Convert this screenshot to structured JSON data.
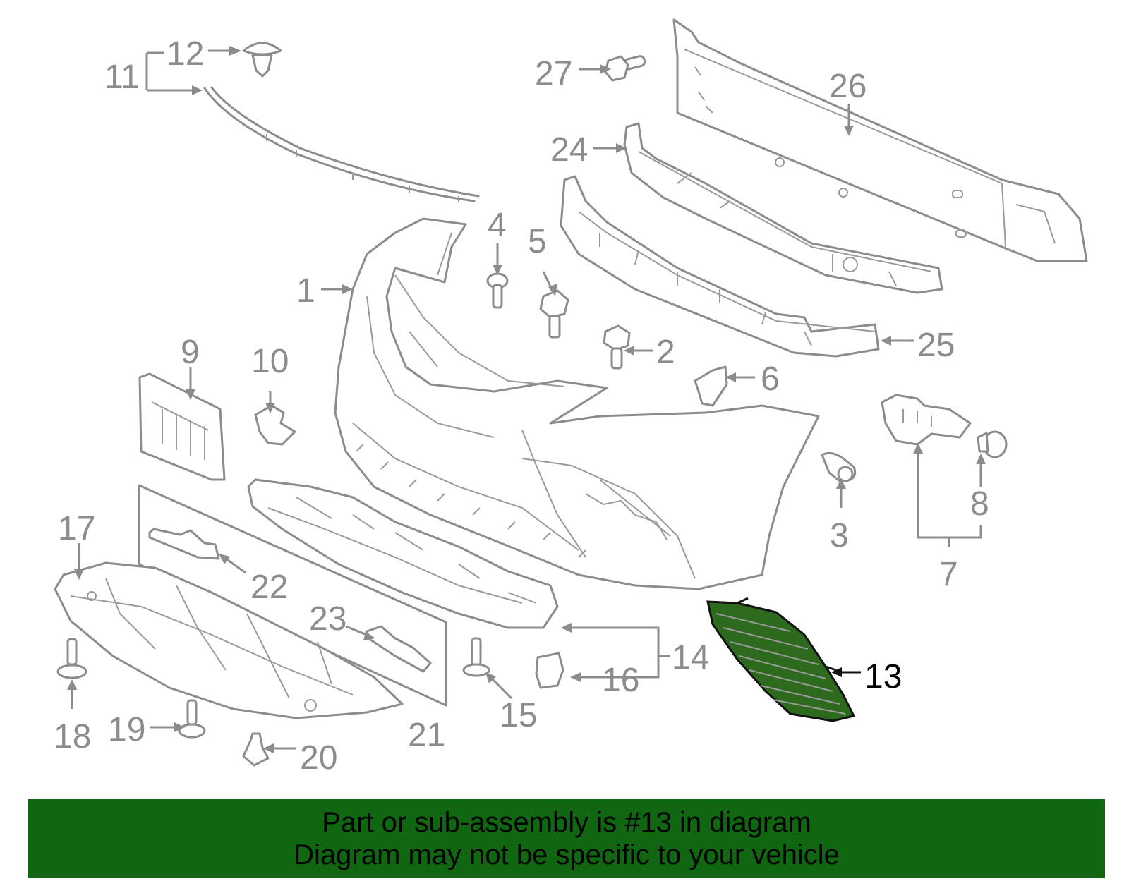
{
  "colors": {
    "part_line": "#8c8c8c",
    "highlight_fill": "#2d6a1e",
    "highlight_line": "#111111",
    "banner": "#116611",
    "label_text": "#8c8c8c",
    "highlight_text": "#000000"
  },
  "labels": [
    {
      "id": "1",
      "text": "1"
    },
    {
      "id": "2",
      "text": "2"
    },
    {
      "id": "3",
      "text": "3"
    },
    {
      "id": "4",
      "text": "4"
    },
    {
      "id": "5",
      "text": "5"
    },
    {
      "id": "6",
      "text": "6"
    },
    {
      "id": "7",
      "text": "7"
    },
    {
      "id": "8",
      "text": "8"
    },
    {
      "id": "9",
      "text": "9"
    },
    {
      "id": "10",
      "text": "10"
    },
    {
      "id": "11",
      "text": "11"
    },
    {
      "id": "12",
      "text": "12"
    },
    {
      "id": "13",
      "text": "13"
    },
    {
      "id": "14",
      "text": "14"
    },
    {
      "id": "15",
      "text": "15"
    },
    {
      "id": "16",
      "text": "16"
    },
    {
      "id": "17",
      "text": "17"
    },
    {
      "id": "18",
      "text": "18"
    },
    {
      "id": "19",
      "text": "19"
    },
    {
      "id": "20",
      "text": "20"
    },
    {
      "id": "21",
      "text": "21"
    },
    {
      "id": "22",
      "text": "22"
    },
    {
      "id": "23",
      "text": "23"
    },
    {
      "id": "24",
      "text": "24"
    },
    {
      "id": "25",
      "text": "25"
    },
    {
      "id": "26",
      "text": "26"
    },
    {
      "id": "27",
      "text": "27"
    }
  ],
  "highlighted_part": "13",
  "banner": {
    "line1": "Part or sub-assembly is #13 in diagram",
    "line2": "Diagram may not be specific to your vehicle"
  }
}
